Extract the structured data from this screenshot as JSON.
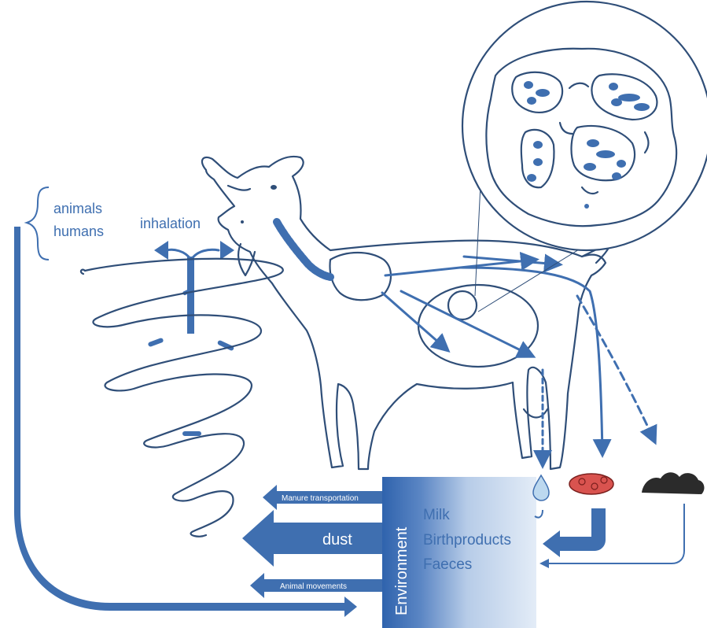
{
  "labels": {
    "animals": "animals",
    "humans": "humans",
    "inhalation": "inhalation",
    "dust": "dust",
    "manure_transportation": "Manure transportation",
    "animal_movements": "Animal movements",
    "environment": "Environment",
    "milk": "Milk",
    "birthproducts": "Birthproducts",
    "faeces": "Faeces"
  },
  "colors": {
    "primary_blue": "#3f6fb0",
    "outline_blue": "#2f4e78",
    "placenta_red": "#d9534f",
    "faeces_dark": "#2b2b2b",
    "milk_drop": "#bcd8ef"
  }
}
